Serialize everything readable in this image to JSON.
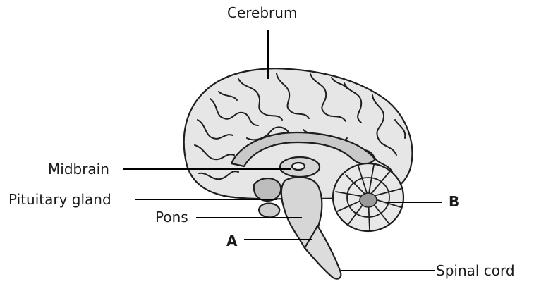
{
  "labels": {
    "cerebrum": "Cerebrum",
    "midbrain": "Midbrain",
    "pituitary_gland": "Pituitary gland",
    "pons": "Pons",
    "a": "A",
    "b": "B",
    "spinal_cord": "Spinal cord"
  },
  "colors": {
    "outline": "#1e1e1e",
    "cortex": "#e6e6e6",
    "inner": "#c9c9c9",
    "stem": "#d6d6d6",
    "leader": "#000000"
  }
}
